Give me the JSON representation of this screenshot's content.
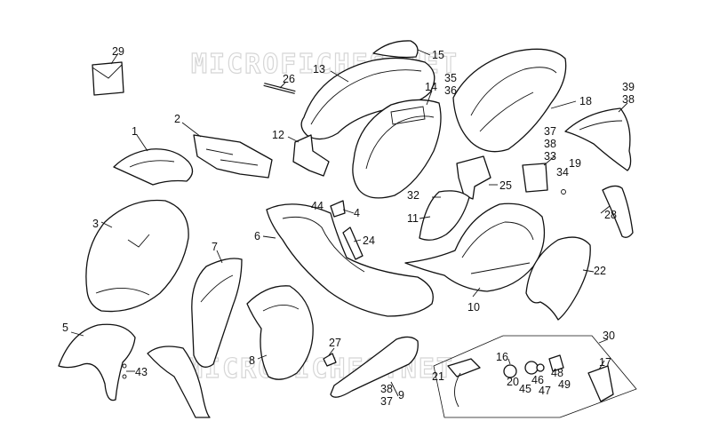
{
  "watermark": "MICROFICHES.NET",
  "colors": {
    "line": "#111111",
    "background": "#ffffff",
    "watermark": "#d6d6d6"
  },
  "labels": {
    "l1": "1",
    "l2": "2",
    "l3": "3",
    "l4": "4",
    "l5": "5",
    "l6": "6",
    "l7": "7",
    "l8": "8",
    "l9": "9",
    "l10": "10",
    "l11": "11",
    "l12": "12",
    "l13": "13",
    "l14": "14",
    "l15": "15",
    "l16": "16",
    "l17": "17",
    "l18": "18",
    "l19": "19",
    "l20": "20",
    "l21": "21",
    "l22": "22",
    "l24": "24",
    "l25": "25",
    "l26": "26",
    "l27": "27",
    "l28": "28",
    "l29": "29",
    "l30": "30",
    "l32": "32",
    "l33": "33",
    "l34": "34",
    "l35": "35",
    "l36": "36",
    "l37": "37",
    "l38": "38",
    "l39": "39",
    "l43": "43",
    "l44": "44",
    "l45": "45",
    "l46": "46",
    "l47": "47",
    "l48": "48",
    "l49": "49"
  }
}
